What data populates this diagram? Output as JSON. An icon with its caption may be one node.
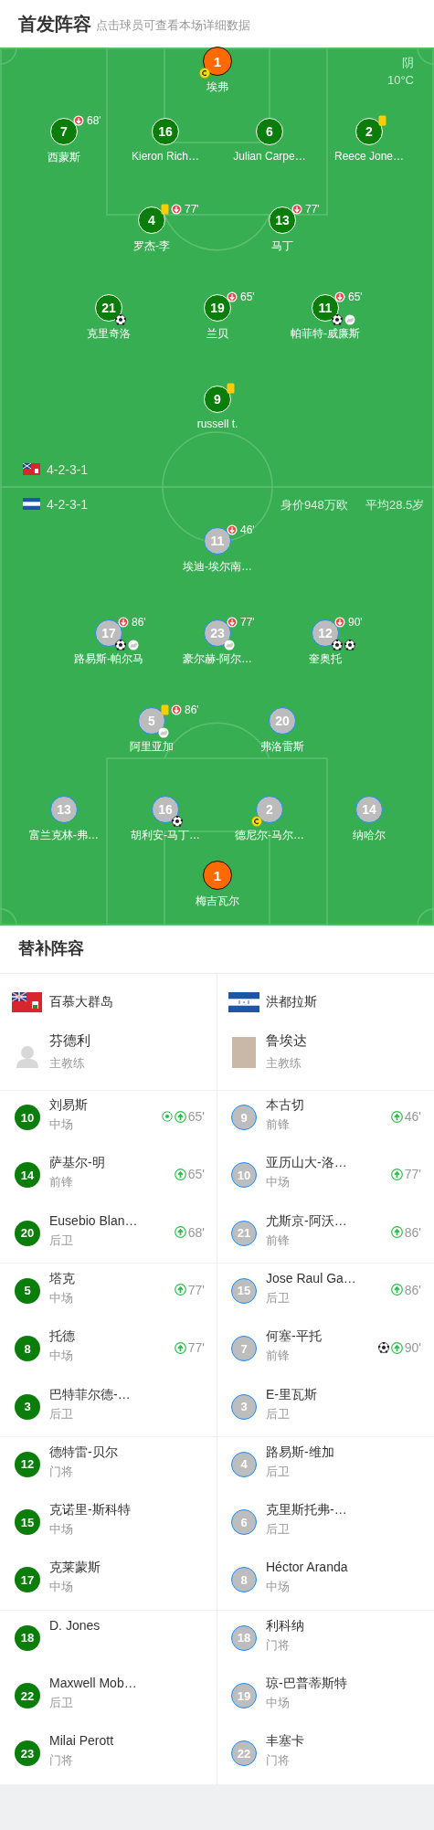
{
  "diagram": {
    "title": "首发阵容",
    "nodes": [
      {
        "text": [
          "1",
          "埃弗"
        ]
      },
      {
        "text": [
          "7",
          "68'",
          "西蒙斯"
        ]
      },
      {
        "text": [
          "16",
          "Kieron Rich…"
        ]
      },
      {
        "text": [
          "6",
          "Julian Carpe…"
        ]
      },
      {
        "text": [
          "2",
          "Reece Jone…"
        ]
      },
      {
        "text": [
          "4",
          "77'",
          "罗杰-李"
        ]
      },
      {
        "text": [
          "13",
          "77'",
          "马丁"
        ]
      },
      {
        "text": [
          "21",
          "克里奇洛"
        ]
      },
      {
        "text": [
          "19",
          "65'",
          "兰贝"
        ]
      },
      {
        "text": [
          "11",
          "65'",
          "帕菲特-威廉斯"
        ]
      },
      {
        "text": [
          "9",
          "russell t."
        ]
      },
      {
        "text": [
          "11",
          "46'",
          "埃迪-埃尔南…"
        ]
      },
      {
        "text": [
          "17",
          "86'",
          "路易斯-帕尔马"
        ]
      },
      {
        "text": [
          "23",
          "77'",
          "豪尔赫-阿尔…"
        ]
      },
      {
        "text": [
          "12",
          "90'",
          "奎奥托"
        ]
      },
      {
        "text": [
          "5",
          "86'",
          "阿里亚加"
        ]
      },
      {
        "text": [
          "20",
          "弗洛雷斯"
        ]
      },
      {
        "text": [
          "13",
          "富兰克林-弗…"
        ]
      },
      {
        "text": [
          "16",
          "胡利安-马丁…"
        ]
      },
      {
        "text": [
          "2",
          "德尼尔-马尔…"
        ]
      },
      {
        "text": [
          "14",
          "纳哈尔"
        ]
      },
      {
        "text": [
          "1",
          "梅吉瓦尔"
        ]
      },
      {
        "text": [
          "芬德利",
          "主教练"
        ]
      },
      {
        "text": [
          "鲁埃达",
          "主教练"
        ]
      },
      {
        "text": [
          "10",
          "刘易斯",
          "中场"
        ],
        "beside": [
          "65'"
        ]
      },
      {
        "text": [
          "9",
          "本古切",
          "前锋"
        ],
        "beside": [
          "46'"
        ]
      },
      {
        "text": [
          "14",
          "萨基尔-明",
          "前锋"
        ],
        "beside": [
          "65'"
        ]
      },
      {
        "text": [
          "10",
          "亚历山大-洛…",
          "中场"
        ],
        "beside": [
          "77'"
        ]
      },
      {
        "text": [
          "20",
          "Eusebio Blan…",
          "后卫"
        ],
        "beside": [
          "68'"
        ]
      },
      {
        "text": [
          "21",
          "尤斯京-阿沃…",
          "前锋"
        ],
        "beside": [
          "86'"
        ]
      },
      {
        "text": [
          "5",
          "塔克",
          "中场"
        ],
        "beside": [
          "77'"
        ]
      },
      {
        "text": [
          "15",
          "Jose Raul Ga…",
          "后卫"
        ],
        "beside": [
          "86'"
        ]
      },
      {
        "text": [
          "8",
          "托德",
          "中场"
        ],
        "beside": [
          "77'"
        ]
      },
      {
        "text": [
          "7",
          "何塞-平托",
          "前锋"
        ],
        "beside": [
          "90'"
        ]
      },
      {
        "text": [
          "3",
          "巴特菲尔德-…",
          "后卫"
        ]
      },
      {
        "text": [
          "3",
          "E-里瓦斯",
          "后卫"
        ]
      },
      {
        "text": [
          "12",
          "德特雷-贝尔",
          "门将"
        ]
      },
      {
        "text": [
          "4",
          "路易斯-维加",
          "后卫"
        ]
      },
      {
        "text": [
          "15",
          "克诺里-斯科特",
          "中场"
        ]
      },
      {
        "text": [
          "6",
          "克里斯托弗-…",
          "后卫"
        ]
      },
      {
        "text": [
          "17",
          "克莱蒙斯",
          "中场"
        ]
      },
      {
        "text": [
          "8",
          "Héctor Aranda",
          "中场"
        ]
      },
      {
        "text": [
          "18",
          "D. Jones"
        ]
      },
      {
        "text": [
          "18",
          "利科纳",
          "门将"
        ]
      },
      {
        "text": [
          "22",
          "Maxwell Mob…",
          "后卫"
        ]
      },
      {
        "text": [
          "19",
          "琼-巴普蒂斯特",
          "中场"
        ]
      },
      {
        "text": [
          "23",
          "Milai Perott",
          "门将"
        ]
      },
      {
        "text": [
          "22",
          "丰塞卡",
          "门将"
        ]
      }
    ],
    "labels": [
      "点击球员可查看本场详细数据",
      "阴",
      "10°C",
      "4-2-3-1",
      "4-2-3-1",
      "身价948万欧",
      "平均28.5岁",
      "替补阵容",
      "百慕大群岛",
      "洪都拉斯"
    ]
  }
}
